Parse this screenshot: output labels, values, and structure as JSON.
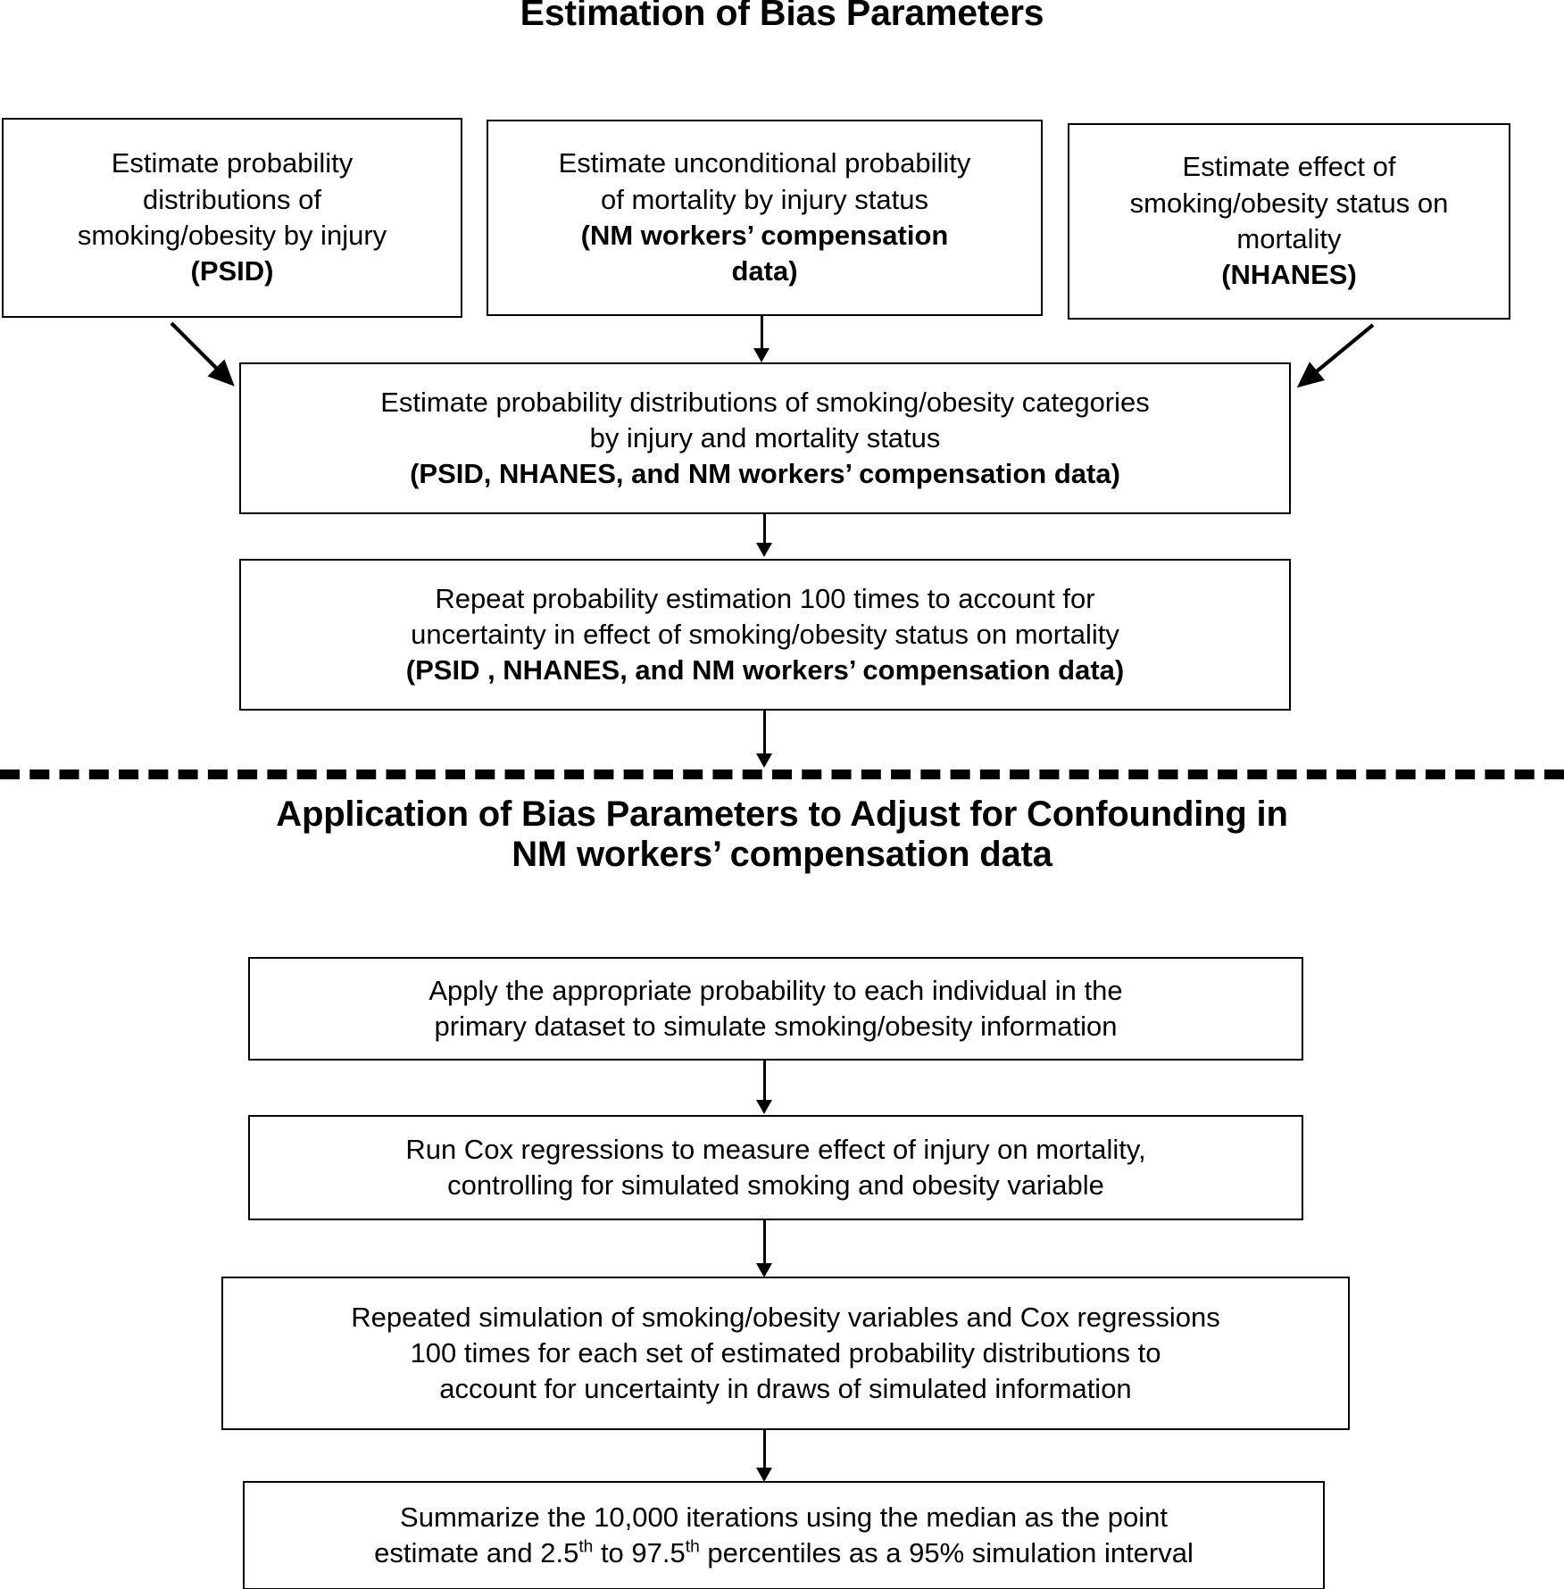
{
  "sections": {
    "top": {
      "title": "Estimation of Bias Parameters"
    },
    "bottom": {
      "title_line1": "Application of Bias Parameters to Adjust for Confounding in",
      "title_line2": "NM workers’ compensation data"
    }
  },
  "boxes": {
    "psid": {
      "line1": "Estimate probability",
      "line2": "distributions of",
      "line3": "smoking/obesity by injury",
      "source": "(PSID)"
    },
    "nmwc": {
      "line1": "Estimate unconditional probability",
      "line2": "of mortality by injury status",
      "source_line1": "(NM workers’ compensation",
      "source_line2": "data)"
    },
    "nhanes": {
      "line1": "Estimate effect of",
      "line2": "smoking/obesity status on",
      "line3": "mortality",
      "source": "(NHANES)"
    },
    "estimate_distributions": {
      "line1": "Estimate probability distributions of smoking/obesity categories",
      "line2": "by injury and mortality status",
      "source": "(PSID, NHANES, and NM workers’ compensation data)"
    },
    "repeat_estimation": {
      "line1": "Repeat probability estimation 100 times to account for",
      "line2": "uncertainty in effect of smoking/obesity status on mortality",
      "source": "(PSID , NHANES, and NM workers’ compensation data)"
    },
    "apply_probability": {
      "line1": "Apply the appropriate probability to each individual in the",
      "line2": "primary dataset to simulate smoking/obesity information"
    },
    "cox_regressions": {
      "line1": "Run Cox regressions to measure effect of injury on mortality,",
      "line2": "controlling for simulated smoking and obesity variable"
    },
    "repeated_simulation": {
      "line1": "Repeated simulation of smoking/obesity variables and Cox regressions",
      "line2": "100 times for each set of estimated probability distributions to",
      "line3": "account for uncertainty in draws of simulated information"
    },
    "summarize": {
      "line1_a": "Summarize the 10,000 iterations using the median as the point",
      "line2_a": "estimate and 2.5",
      "line2_sup1": "th",
      "line2_b": " to 97.5",
      "line2_sup2": "th",
      "line2_c": " percentiles as a 95% simulation interval"
    }
  },
  "colors": {
    "stroke": "#000000",
    "background": "#ffffff"
  }
}
